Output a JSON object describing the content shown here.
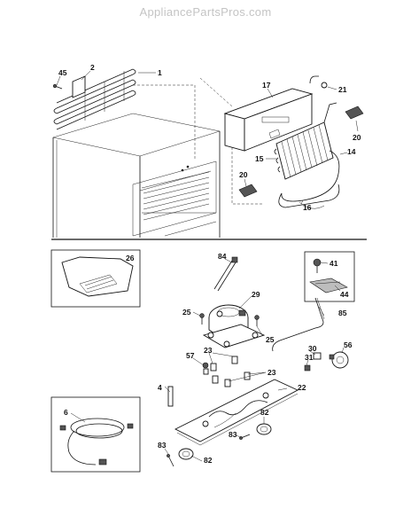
{
  "header": {
    "site_name": "AppliancePartsPros.com"
  },
  "colors": {
    "header_text": "#c4c4c4",
    "line": "#111111",
    "background": "#ffffff"
  },
  "callouts": {
    "c1": "1",
    "c2": "2",
    "c45": "45",
    "c17": "17",
    "c21": "21",
    "c20a": "20",
    "c15": "15",
    "c14": "14",
    "c20b": "20",
    "c16": "16",
    "c26": "26",
    "c84": "84",
    "c41": "41",
    "c44": "44",
    "c29": "29",
    "c25a": "25",
    "c25b": "25",
    "c85": "85",
    "c23a": "23",
    "c57": "57",
    "c30": "30",
    "c56": "56",
    "c31": "31",
    "c23b": "23",
    "c4": "4",
    "c22": "22",
    "c6": "6",
    "c82a": "82",
    "c83a": "83",
    "c83b": "83",
    "c82b": "82"
  }
}
